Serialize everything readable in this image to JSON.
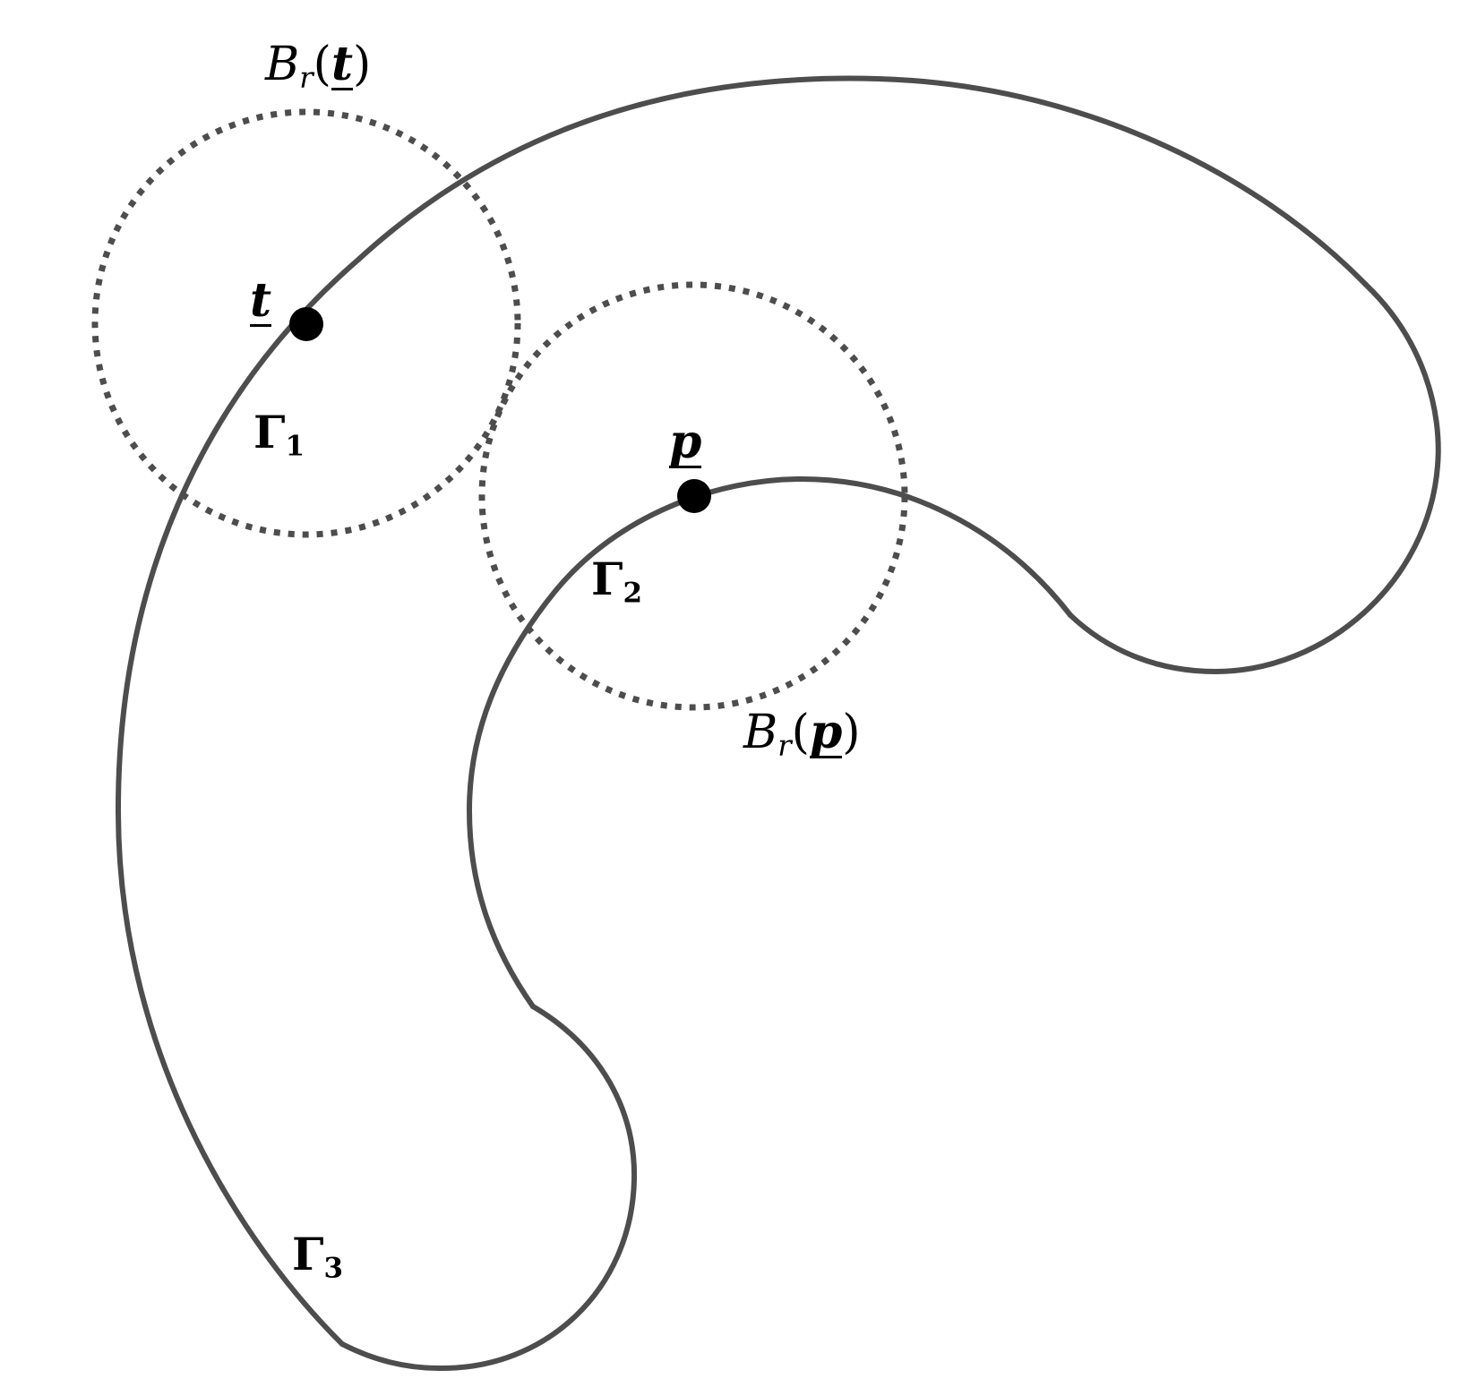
{
  "labels": {
    "ball_t": {
      "main": "B",
      "sub": "r",
      "open": "(",
      "arg": "t",
      "close": ")"
    },
    "ball_p": {
      "main": "B",
      "sub": "r",
      "open": "(",
      "arg": "p",
      "close": ")"
    },
    "point_t": "t",
    "point_p": "p",
    "gamma_1": {
      "main": "Γ",
      "sub": "1"
    },
    "gamma_2": {
      "main": "Γ",
      "sub": "2"
    },
    "gamma_3": {
      "main": "Γ",
      "sub": "3"
    }
  },
  "colors": {
    "curve": "#4d4d4d",
    "point": "#000000",
    "background": "#ffffff"
  }
}
